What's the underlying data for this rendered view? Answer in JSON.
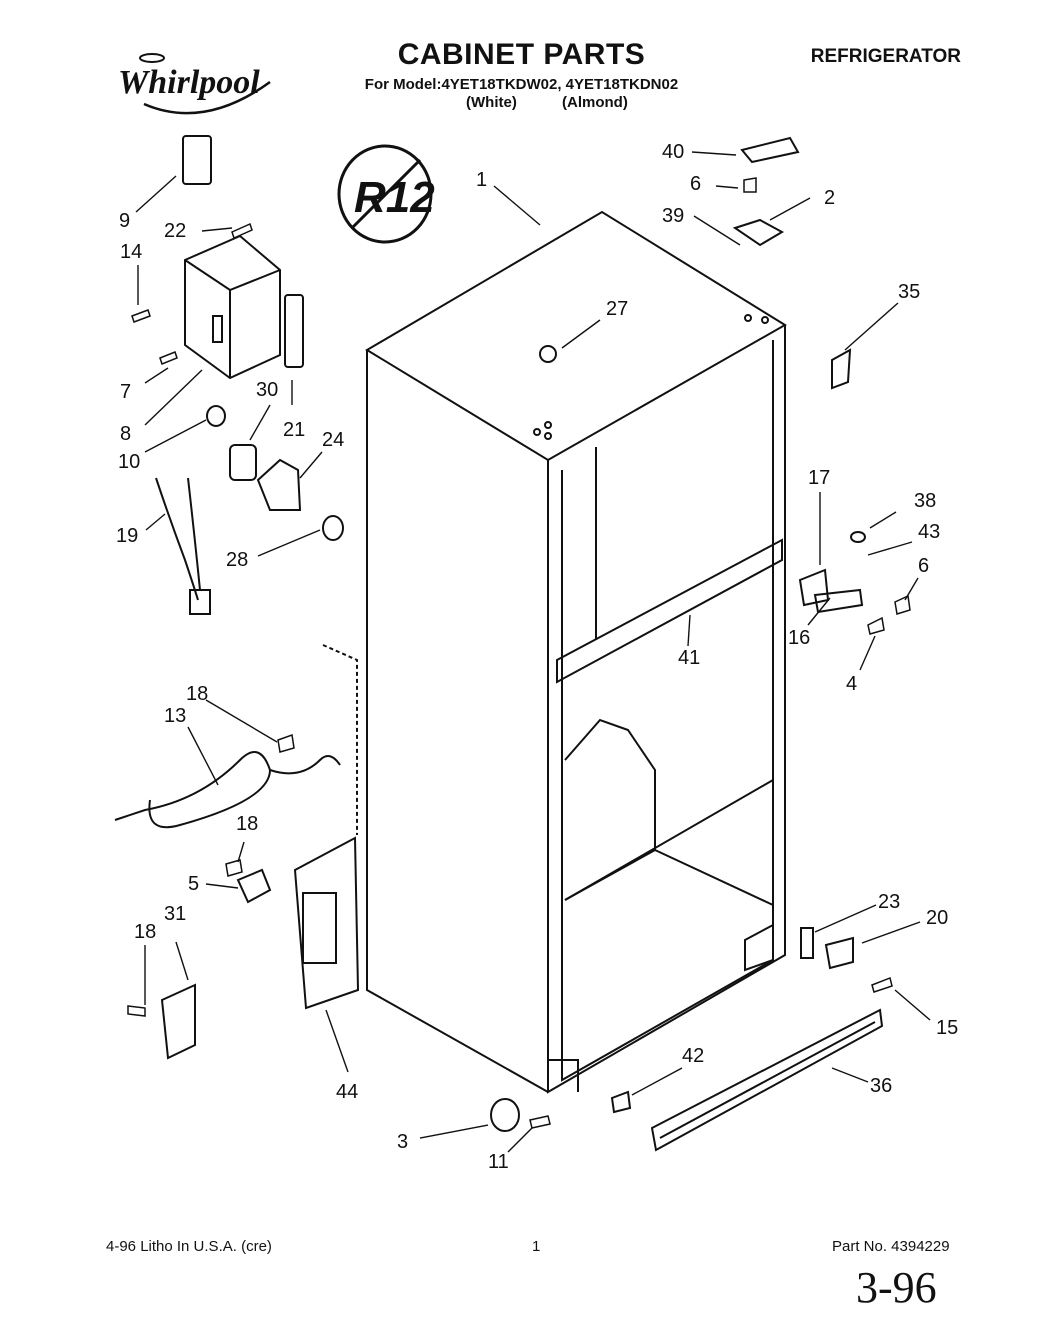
{
  "header": {
    "brand": "Whirlpool",
    "title": "CABINET PARTS",
    "product": "REFRIGERATOR",
    "model_line": "For Model:4YET18TKDW02, 4YET18TKDN02",
    "color_white": "(White)",
    "color_almond": "(Almond)"
  },
  "badge": {
    "text": "R12",
    "icon": "no-r12-symbol"
  },
  "callouts": [
    "1",
    "2",
    "3",
    "4",
    "5",
    "6",
    "6",
    "7",
    "8",
    "9",
    "10",
    "11",
    "13",
    "14",
    "15",
    "16",
    "17",
    "18",
    "18",
    "18",
    "19",
    "20",
    "21",
    "22",
    "23",
    "24",
    "27",
    "28",
    "30",
    "31",
    "35",
    "36",
    "38",
    "39",
    "40",
    "41",
    "42",
    "43",
    "44"
  ],
  "footer": {
    "left": "4-96 Litho In U.S.A. (cre)",
    "page": "1",
    "part_no": "Part No. 4394229",
    "handwritten": "3-96"
  }
}
